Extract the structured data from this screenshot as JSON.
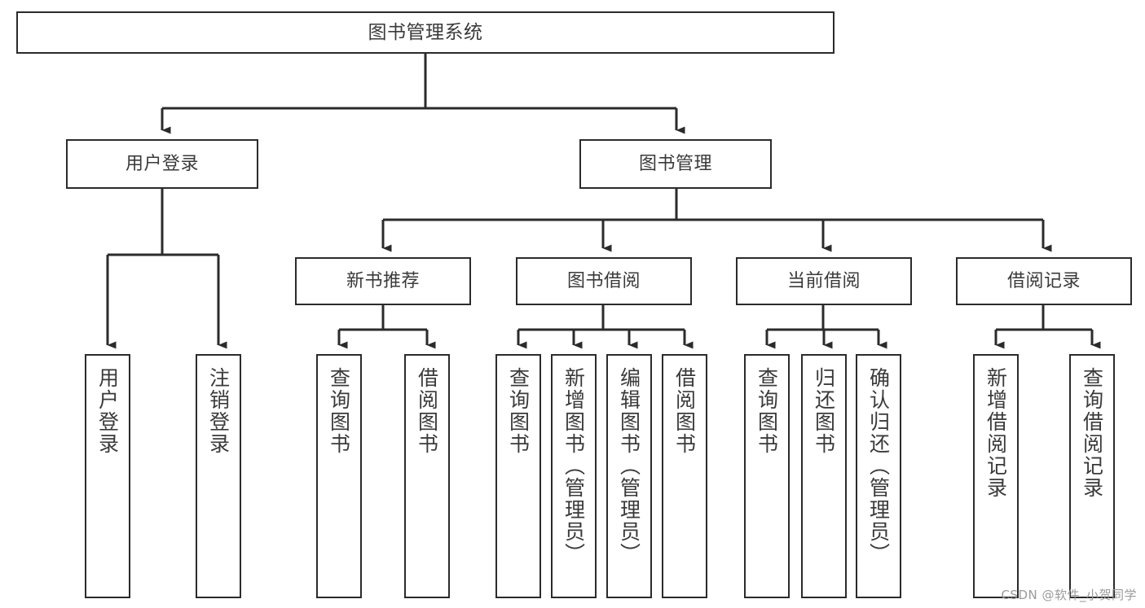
{
  "diagram": {
    "title": "图书管理系统",
    "type": "tree-hierarchy-diagram",
    "colors": {
      "box_border": "#2b2b2b",
      "box_fill": "#ffffff",
      "connector": "#2b2b2b",
      "text": "#3a3a3a",
      "background": "#ffffff",
      "watermark": "#9a9a9a"
    },
    "nodes": {
      "root": {
        "label": "图书管理系统",
        "level": 0
      },
      "l1": [
        {
          "id": "user-login",
          "label": "用户登录"
        },
        {
          "id": "book-manage",
          "label": "图书管理"
        }
      ],
      "l2": [
        {
          "id": "new-book-recommend",
          "label": "新书推荐",
          "parent": "book-manage"
        },
        {
          "id": "book-borrow",
          "label": "图书借阅",
          "parent": "book-manage"
        },
        {
          "id": "current-borrow",
          "label": "当前借阅",
          "parent": "book-manage"
        },
        {
          "id": "borrow-record",
          "label": "借阅记录",
          "parent": "book-manage"
        }
      ],
      "leaves": [
        {
          "id": "leaf-user-login",
          "label": "用户登录",
          "parent": "user-login"
        },
        {
          "id": "leaf-logout-login",
          "label": "注销登录",
          "parent": "user-login"
        },
        {
          "id": "leaf-query-book-1",
          "label": "查询图书",
          "parent": "new-book-recommend"
        },
        {
          "id": "leaf-borrow-book-1",
          "label": "借阅图书",
          "parent": "new-book-recommend"
        },
        {
          "id": "leaf-query-book-2",
          "label": "查询图书",
          "parent": "book-borrow"
        },
        {
          "id": "leaf-add-book",
          "label": "新增图书（管理员）",
          "parent": "book-borrow"
        },
        {
          "id": "leaf-edit-book",
          "label": "编辑图书（管理员）",
          "parent": "book-borrow"
        },
        {
          "id": "leaf-borrow-book-2",
          "label": "借阅图书",
          "parent": "book-borrow"
        },
        {
          "id": "leaf-query-book-3",
          "label": "查询图书",
          "parent": "current-borrow"
        },
        {
          "id": "leaf-return-book",
          "label": "归还图书",
          "parent": "current-borrow"
        },
        {
          "id": "leaf-confirm-return",
          "label": "确认归还（管理员）",
          "parent": "current-borrow"
        },
        {
          "id": "leaf-add-record",
          "label": "新增借阅记录",
          "parent": "borrow-record"
        },
        {
          "id": "leaf-query-record",
          "label": "查询借阅记录",
          "parent": "borrow-record"
        }
      ]
    },
    "watermark": "CSDN @软件_小贺同学"
  }
}
